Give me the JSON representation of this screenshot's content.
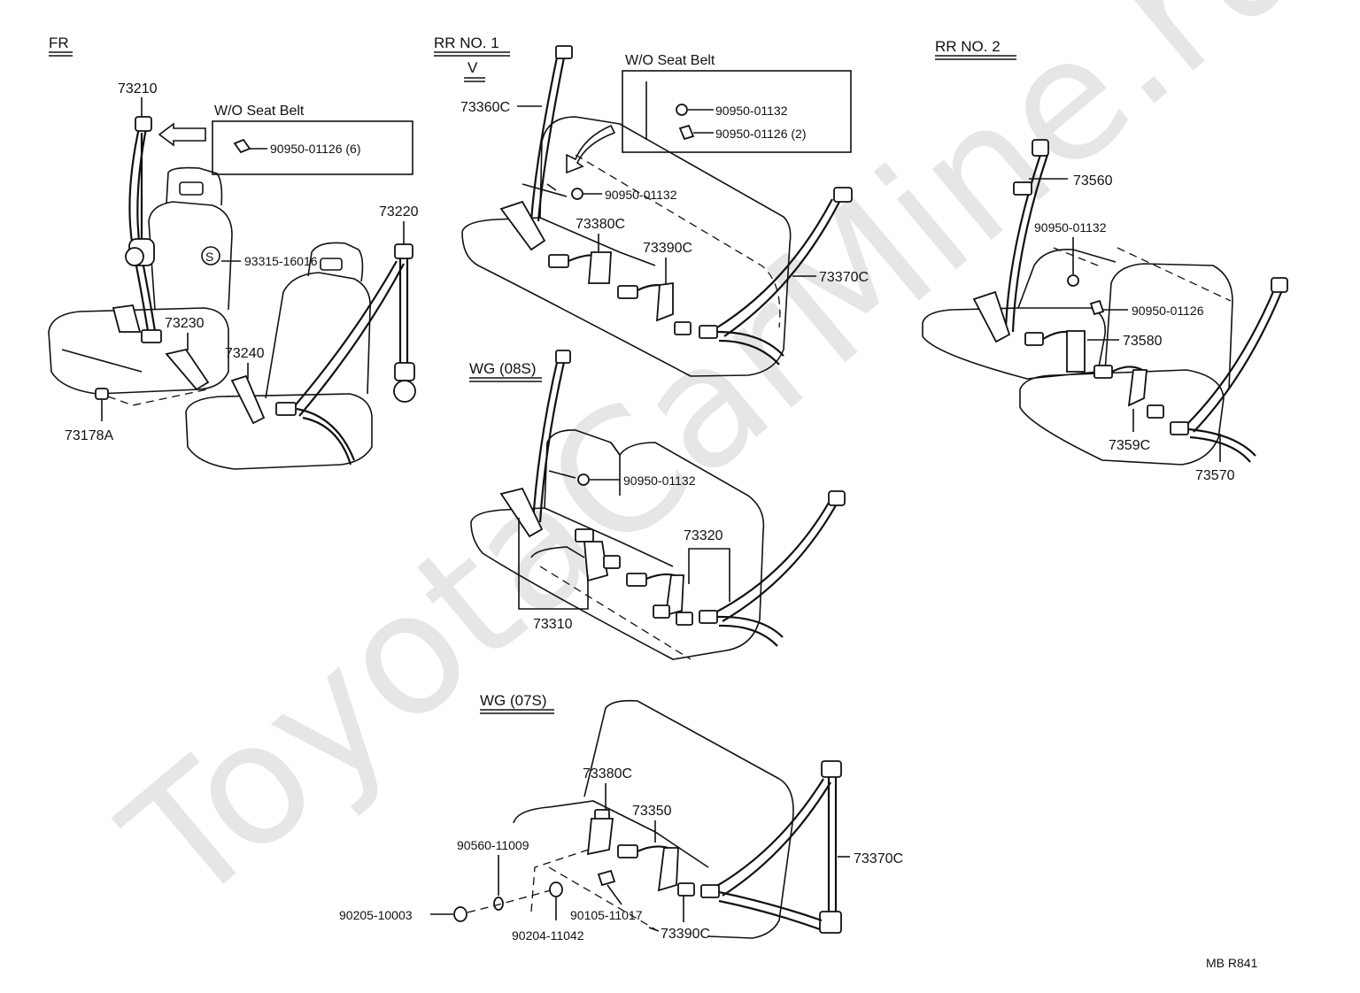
{
  "watermark": "ToyotaCarMine.ru",
  "footer_code": "MB R841",
  "sections": {
    "fr": "FR",
    "rr1": "RR NO. 1",
    "rr1_sub": "V",
    "rr2": "RR NO. 2",
    "wg08": "WG (08S)",
    "wg07": "WG (07S)"
  },
  "boxes": {
    "fr_wo_title": "W/O  Seat Belt",
    "fr_wo_part": "90950-01126 (6)",
    "rr1_wo_title": "W/O  Seat Belt",
    "rr1_wo_part1": "90950-01132",
    "rr1_wo_part2": "90950-01126 (2)"
  },
  "labels": {
    "p73210": "73210",
    "p93315": "93315-16016",
    "p73220": "73220",
    "p73230": "73230",
    "p73240": "73240",
    "p73178a": "73178A",
    "p73360c": "73360C",
    "rr1_90950_01132": "90950-01132",
    "rr1_73380c": "73380C",
    "rr1_73390c": "73390C",
    "p73370c_rr1": "73370C",
    "p73560": "73560",
    "rr2_90950_01132": "90950-01132",
    "rr2_90950_01126": "90950-01126",
    "p73580": "73580",
    "p73590c": "7359C",
    "p73570": "73570",
    "wg08_90950_01132": "90950-01132",
    "p73320": "73320",
    "p73310": "73310",
    "wg07_73380c": "73380C",
    "p73350": "73350",
    "p90560": "90560-11009",
    "p90205": "90205-10003",
    "p90105": "90105-11017",
    "p90204": "90204-11042",
    "wg07_73390c": "73390C",
    "wg07_73370c": "73370C"
  }
}
